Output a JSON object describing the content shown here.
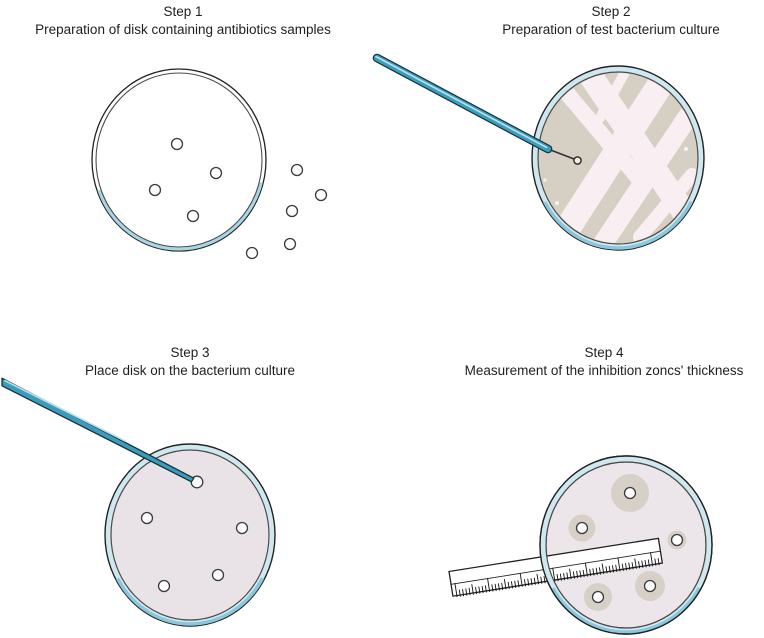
{
  "diagram": {
    "kind": "disk-diffusion antibiotic susceptibility test procedure",
    "steps": [
      {
        "title": "Step 1",
        "caption": "Preparation of disk containing antibiotics samples"
      },
      {
        "title": "Step 2",
        "caption": "Preparation of test bacterium culture"
      },
      {
        "title": "Step 3",
        "caption": "Place disk on the bacterium culture"
      },
      {
        "title": "Step 4",
        "caption": "Measurement of the inhibition zoncs' thickness"
      }
    ],
    "counts": {
      "step1_disks_in_dish": 4,
      "step1_disks_outside_dish": 5,
      "step3_disks_on_culture": 5,
      "step4_inhibition_zones": 5
    },
    "colors": {
      "background": "#ffffff",
      "text": "#1f1f1f",
      "dish_outline": "#222222",
      "dish_inner_outline": "#4c4c4c",
      "ring_blue": "#cfe8f0",
      "ring_blue_deep": "#89c7dc",
      "ring_blue_arc_step1": "#a8d6e6",
      "agar_tan": "#d6cfc4",
      "streak_pink": "#f9eef1",
      "culture_medium_step3": "#e9e2e6",
      "culture_medium_step4": "#ece5e9",
      "inhibition_zone": "#d7d0c7",
      "disk_fill": "#ffffff",
      "disk_outline": "#3a3a3a",
      "tool_teal": "#3b9dbb",
      "tool_outline": "#16323c",
      "tool_highlight": "#b8dfea",
      "loop_ring_fill": "#f4efe9",
      "ruler_fill": "#ffffff",
      "ruler_outline": "#222222"
    }
  }
}
